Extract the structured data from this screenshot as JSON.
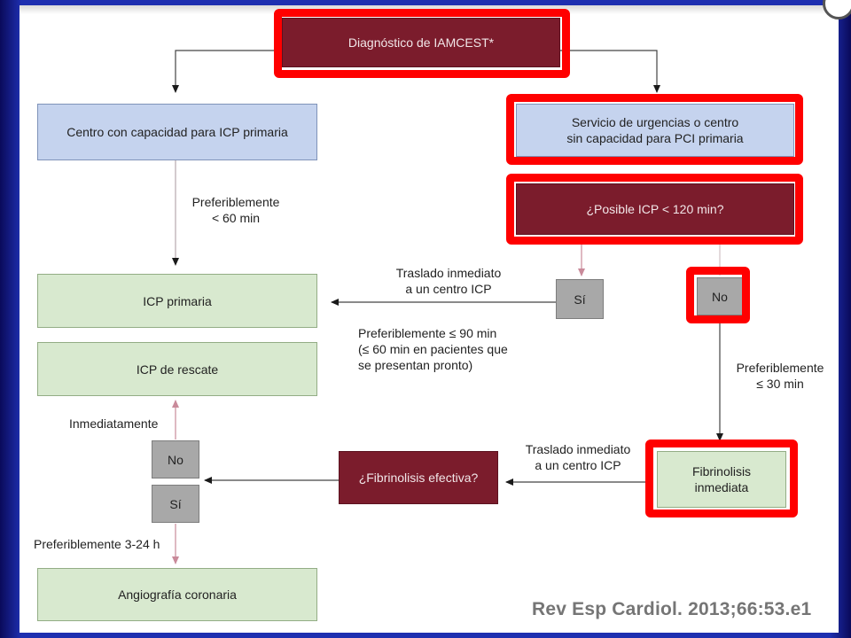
{
  "boxes": {
    "diagnosis": "Diagnóstico de IAMCEST*",
    "pci_center": "Centro con capacidad para ICP primaria",
    "emergency_service": "Servicio de urgencias o centro\nsin capacidad para PCI primaria",
    "possible_icp": "¿Posible ICP < 120 min?",
    "primary_icp": "ICP primaria",
    "rescue_icp": "ICP de rescate",
    "yes_top": "Sí",
    "no_top": "No",
    "fibrinolysis_effective": "¿Fibrinolisis efectiva?",
    "immediate_fibrinolysis": "Fibrinolisis\ninmediata",
    "no_left": "No",
    "yes_left": "Sí",
    "angiography": "Angiografía coronaria"
  },
  "labels": {
    "pref_60": "Preferiblemente\n< 60 min",
    "transfer_top": "Traslado inmediato\na un centro ICP",
    "pref_90": "Preferiblemente ≤ 90 min\n(≤ 60 min en pacientes que\nse presentan pronto)",
    "pref_30": "Preferiblemente\n≤ 30 min",
    "transfer_bottom": "Traslado inmediato\na un centro ICP",
    "immediately": "Inmediatamente",
    "pref_3_24": "Preferiblemente 3-24 h"
  },
  "citation": "Rev Esp Cardiol. 2013;66:53.e1",
  "colors": {
    "blue_box": "#c5d3ee",
    "green_box": "#d8e9cf",
    "maroon_box": "#7b1c2c",
    "gray_box": "#a8a8a8",
    "highlight": "#ff0000",
    "background": "#1e2fb0"
  }
}
